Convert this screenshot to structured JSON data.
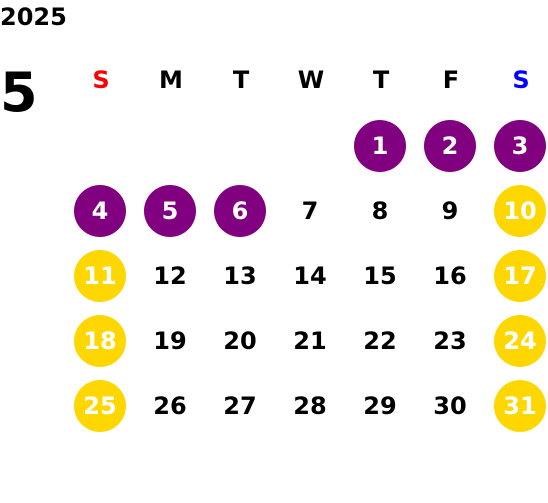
{
  "year": "2025",
  "month": "5",
  "colors": {
    "sunday_label": "#ff0000",
    "saturday_label": "#0000ff",
    "holiday_circle": "#800080",
    "weekend_circle": "#ffd700",
    "highlight_text": "#ffffff",
    "default_text": "#000000"
  },
  "weekdays": [
    "S",
    "M",
    "T",
    "W",
    "T",
    "F",
    "S"
  ],
  "weeks": [
    [
      {
        "day": "",
        "style": "empty"
      },
      {
        "day": "",
        "style": "empty"
      },
      {
        "day": "",
        "style": "empty"
      },
      {
        "day": "",
        "style": "empty"
      },
      {
        "day": "1",
        "style": "holiday"
      },
      {
        "day": "2",
        "style": "holiday"
      },
      {
        "day": "3",
        "style": "holiday"
      }
    ],
    [
      {
        "day": "4",
        "style": "holiday"
      },
      {
        "day": "5",
        "style": "holiday"
      },
      {
        "day": "6",
        "style": "holiday"
      },
      {
        "day": "7",
        "style": "normal"
      },
      {
        "day": "8",
        "style": "normal"
      },
      {
        "day": "9",
        "style": "normal"
      },
      {
        "day": "10",
        "style": "weekend"
      }
    ],
    [
      {
        "day": "11",
        "style": "weekend"
      },
      {
        "day": "12",
        "style": "normal"
      },
      {
        "day": "13",
        "style": "normal"
      },
      {
        "day": "14",
        "style": "normal"
      },
      {
        "day": "15",
        "style": "normal"
      },
      {
        "day": "16",
        "style": "normal"
      },
      {
        "day": "17",
        "style": "weekend"
      }
    ],
    [
      {
        "day": "18",
        "style": "weekend"
      },
      {
        "day": "19",
        "style": "normal"
      },
      {
        "day": "20",
        "style": "normal"
      },
      {
        "day": "21",
        "style": "normal"
      },
      {
        "day": "22",
        "style": "normal"
      },
      {
        "day": "23",
        "style": "normal"
      },
      {
        "day": "24",
        "style": "weekend"
      }
    ],
    [
      {
        "day": "25",
        "style": "weekend"
      },
      {
        "day": "26",
        "style": "normal"
      },
      {
        "day": "27",
        "style": "normal"
      },
      {
        "day": "28",
        "style": "normal"
      },
      {
        "day": "29",
        "style": "normal"
      },
      {
        "day": "30",
        "style": "normal"
      },
      {
        "day": "31",
        "style": "weekend"
      }
    ]
  ]
}
